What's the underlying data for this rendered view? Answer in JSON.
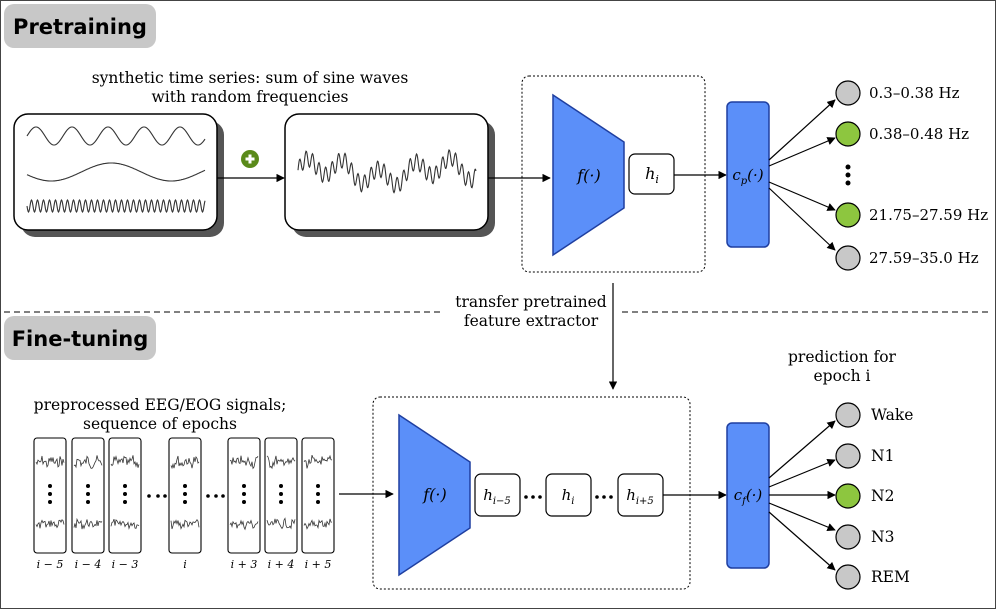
{
  "pretraining": {
    "section_label": "Pretraining",
    "synthetic_caption": [
      "synthetic time series: sum of sine waves",
      "with random frequencies"
    ],
    "sum_symbol": "+",
    "feature_extractor_label": "f(·)",
    "hidden_label": "h",
    "hidden_sub": "i",
    "classifier_label": "c",
    "classifier_sub": "p",
    "classifier_arg": "(·)",
    "outputs": [
      {
        "label": "0.3–0.38 Hz",
        "active": false
      },
      {
        "label": "0.38–0.48 Hz",
        "active": true
      },
      {
        "label": "21.75–27.59 Hz",
        "active": true
      },
      {
        "label": "27.59–35.0 Hz",
        "active": false
      }
    ]
  },
  "transfer_caption": [
    "transfer pretrained",
    "feature extractor"
  ],
  "finetuning": {
    "section_label": "Fine-tuning",
    "eeg_caption": [
      "preprocessed EEG/EOG signals;",
      "sequence of epochs"
    ],
    "epoch_labels": [
      "i − 5",
      "i − 4",
      "i − 3",
      "i",
      "i + 3",
      "i + 4",
      "i + 5"
    ],
    "feature_extractor_label": "f(·)",
    "hidden_states": [
      {
        "base": "h",
        "sub": "i−5"
      },
      {
        "base": "h",
        "sub": "i"
      },
      {
        "base": "h",
        "sub": "i+5"
      }
    ],
    "classifier_label": "c",
    "classifier_sub": "f",
    "classifier_arg": "(·)",
    "prediction_caption": [
      "prediction for",
      "epoch i"
    ],
    "outputs": [
      {
        "label": "Wake",
        "active": false
      },
      {
        "label": "N1",
        "active": false
      },
      {
        "label": "N2",
        "active": true
      },
      {
        "label": "N3",
        "active": false
      },
      {
        "label": "REM",
        "active": false
      }
    ]
  },
  "colors": {
    "blue_fill": "#5b8ff9",
    "blue_stroke": "#1f3fa0",
    "green_fill": "#8dc63f",
    "gray_fill": "#c8c8c8",
    "label_bg": "#c8c8c8"
  }
}
